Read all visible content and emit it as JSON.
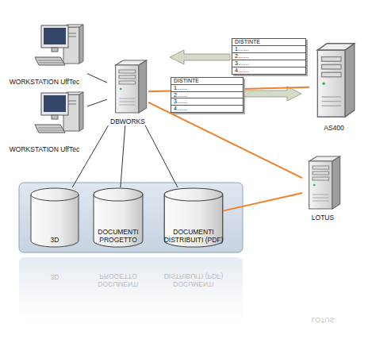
{
  "diagram": {
    "nodes": [
      {
        "text": [
          "WORKSTATION UffTec"
        ]
      },
      {
        "text": [
          "WORKSTATION UffTec"
        ]
      },
      {
        "text": [
          "DBWORKS"
        ]
      },
      {
        "text": [
          "DISTINTE",
          "1.......",
          "2.......",
          "3.......",
          "4......."
        ]
      },
      {
        "text": [
          "DISTINTE",
          "1.......",
          "2.......",
          "3.......",
          "4......."
        ]
      },
      {
        "text": [
          "AS400"
        ]
      },
      {
        "text": [
          "LOTUS"
        ]
      },
      {
        "text": [
          "3D"
        ]
      },
      {
        "text": [
          "DOCUMENTI PROGETTO"
        ]
      },
      {
        "text": [
          "DOCUMENTI DISTRIBUITI (PDF)"
        ]
      }
    ],
    "edges": [
      {
        "from": 0,
        "to": 2,
        "arrow": "none"
      },
      {
        "from": 1,
        "to": 2,
        "arrow": "none"
      },
      {
        "from": 2,
        "to": 5,
        "arrow": "none"
      },
      {
        "from": 2,
        "to": 6,
        "arrow": "none"
      },
      {
        "from": 2,
        "to": 7,
        "arrow": "none"
      },
      {
        "from": 2,
        "to": 8,
        "arrow": "none"
      },
      {
        "from": 2,
        "to": 9,
        "arrow": "none"
      },
      {
        "from": 9,
        "to": 6,
        "arrow": "none"
      }
    ],
    "labels": [
      "3D",
      "DOCUMENTI PROGETTO",
      "DOCUMENTI DISTRIBUITI (PDF)",
      "LOTUS"
    ]
  }
}
